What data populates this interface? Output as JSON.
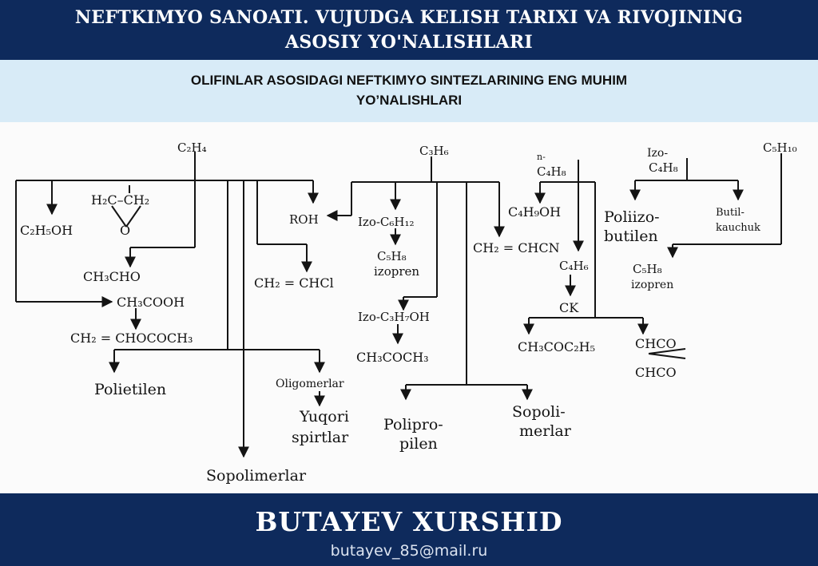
{
  "header": {
    "title_line1": "NEFTKIMYO SANOATI. VUJUDGA KELISH TARIXI VA RIVOJINING",
    "title_line2": "ASOSIY YO'NALISHLARI"
  },
  "subheader": {
    "line1": "OLIFINLAR ASOSIDAGI NEFTKIMYO SINTEZLARINING ENG MUHIM",
    "line2": "YO’NALISHLARI"
  },
  "diagram": {
    "nodes": {
      "ethylene": "C₂H₄",
      "propylene": "C₃H₆",
      "n_butene": "n-",
      "n_butene_formula": "C₄H₈",
      "isobutene": "Izo-",
      "isobutene_formula": "C₄H₈",
      "pentene": "C₅H₁₀",
      "ethanol": "C₂H₅OH",
      "ethylene_oxide": "H₂C–CH₂",
      "ethylene_oxide_o": "O",
      "acetaldehyde": "CH₃CHO",
      "acetic_acid": "CH₃COOH",
      "vinyl_acetate": "CH₂ = CHOCOCH₃",
      "polyethylene": "Polietilen",
      "oligomers": "Oligomerlar",
      "higher_alcohols_1": "Yuqori",
      "higher_alcohols_2": "spirtlar",
      "copolymers_ethylene": "Sopolimerlar",
      "vinyl_chloride": "CH₂ = CHCl",
      "roh": "ROH",
      "isohexene": "Izo-C₆H₁₂",
      "isoprene_c5h8": "C₅H₈",
      "isoprene_label": "izopren",
      "isopropanol": "Izo-C₃H₇OH",
      "acetone": "CH₃COCH₃",
      "polypropylene_1": "Polipro-",
      "polypropylene_2": "pilen",
      "copolymers_propylene_1": "Sopoli-",
      "copolymers_propylene_2": "merlar",
      "acrylonitrile": "CH₂ = CHCN",
      "butanol": "C₄H₉OH",
      "butadiene": "C₄H₆",
      "synthetic_rubber": "CK",
      "mek": "CH₃COC₂H₅",
      "maleic_1": "CHCO",
      "maleic_2": "CHCO",
      "polyisobutylene_1": "Poliizo-",
      "polyisobutylene_2": "butilen",
      "butyl_rubber_1": "Butil-",
      "butyl_rubber_2": "kauchuk",
      "isoprene2_c5h8": "C₅H₈",
      "isoprene2_label": "izopren"
    }
  },
  "footer": {
    "author": "BUTAYEV XURSHID",
    "email": "butayev_85@mail.ru"
  },
  "colors": {
    "banner": "#0e2a5c",
    "subheader_band": "#d8ebf7",
    "diagram_ink": "#141414"
  }
}
